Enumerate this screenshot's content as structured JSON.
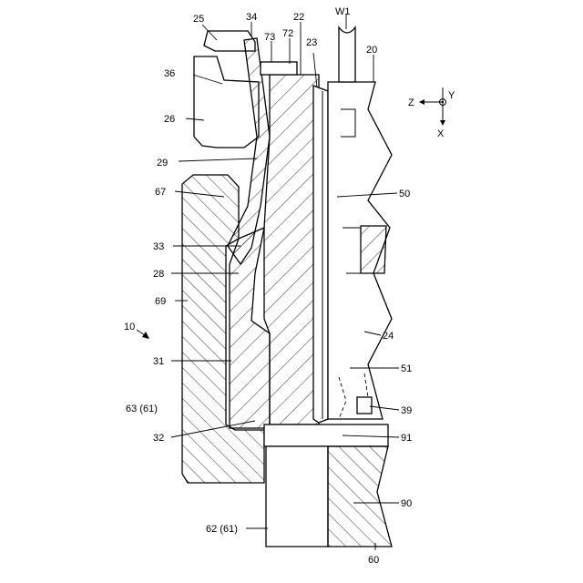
{
  "figure": {
    "labels": {
      "l25": "25",
      "l34": "34",
      "l73": "73",
      "l72": "72",
      "l22": "22",
      "l23": "23",
      "lW1": "W1",
      "l20": "20",
      "l36": "36",
      "l26": "26",
      "l29": "29",
      "l67": "67",
      "l50": "50",
      "l33": "33",
      "l28": "28",
      "l69": "69",
      "l10": "10",
      "l24": "24",
      "l31": "31",
      "l51": "51",
      "l63": "63 (61)",
      "l39": "39",
      "l32": "32",
      "l91": "91",
      "l90": "90",
      "l62": "62 (61)",
      "l60": "60"
    },
    "axes": {
      "z": "Z",
      "y": "Y",
      "x": "X"
    }
  }
}
